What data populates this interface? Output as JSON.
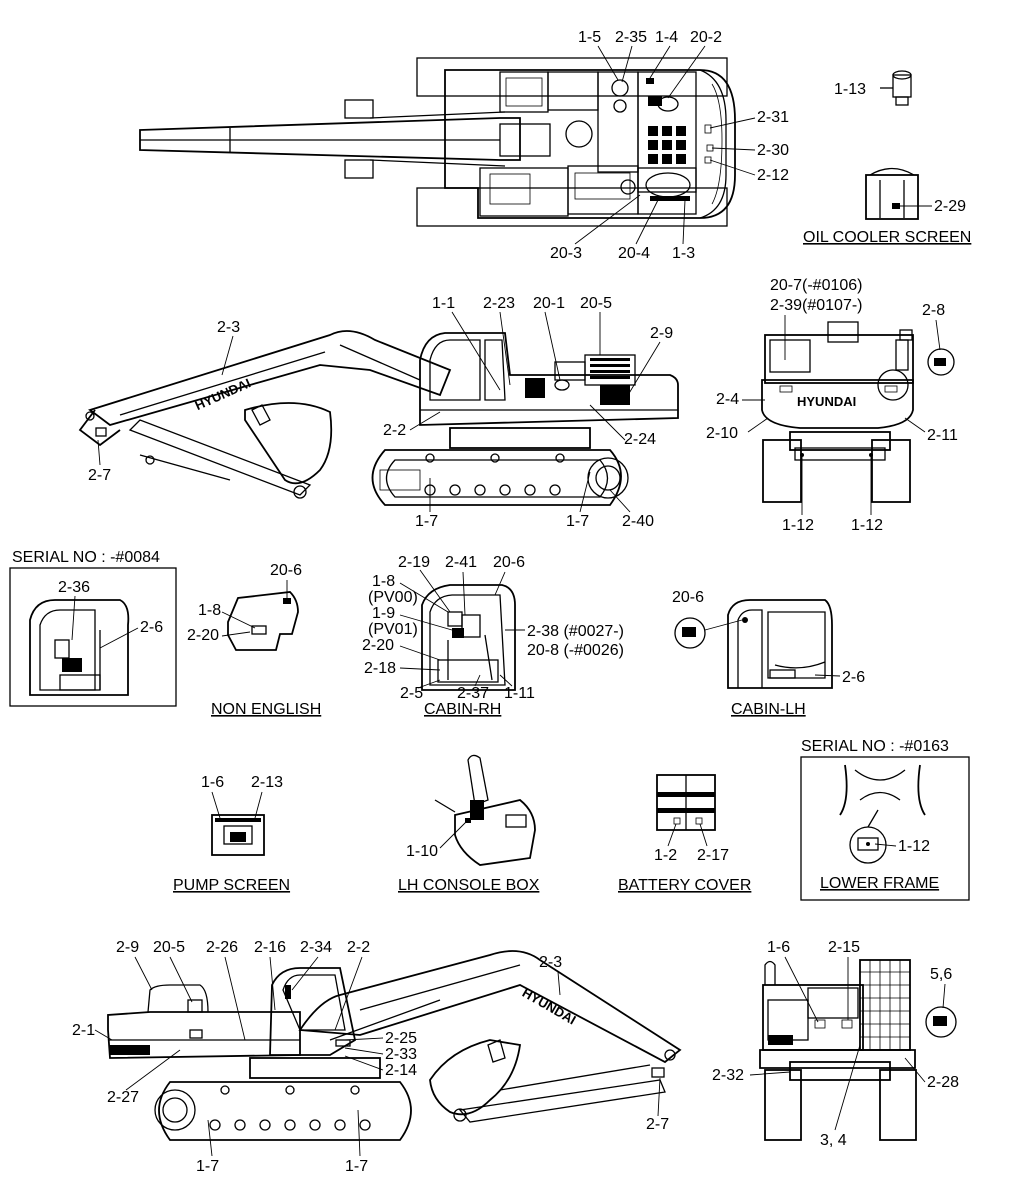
{
  "brand": {
    "name": "HYUNDAI"
  },
  "labels": {
    "a1_5": "1-5",
    "a2_35": "2-35",
    "a1_4": "1-4",
    "a20_2": "20-2",
    "a1_13": "1-13",
    "a2_31": "2-31",
    "a2_30": "2-30",
    "a2_12": "2-12",
    "a2_29": "2-29",
    "a20_3": "20-3",
    "a20_4": "20-4",
    "a1_3": "1-3",
    "b2_3": "2-3",
    "b1_1": "1-1",
    "b2_23": "2-23",
    "b20_1": "20-1",
    "b20_5": "20-5",
    "b2_9": "2-9",
    "b2_2": "2-2",
    "b2_24": "2-24",
    "b2_7": "2-7",
    "b1_7a": "1-7",
    "b1_7b": "1-7",
    "b2_40": "2-40",
    "c20_7": "20-7(-#0106)",
    "c2_39": "2-39(#0107-)",
    "c2_8": "2-8",
    "c2_4": "2-4",
    "c2_10": "2-10",
    "c2_11": "2-11",
    "c1_12a": "1-12",
    "c1_12b": "1-12",
    "d2_36": "2-36",
    "d2_6": "2-6",
    "e20_6": "20-6",
    "e1_8": "1-8",
    "e2_20": "2-20",
    "f2_19": "2-19",
    "f2_41": "2-41",
    "f20_6": "20-6",
    "f1_8": "1-8",
    "fpv00": "(PV00)",
    "f1_9": "1-9",
    "fpv01": "(PV01)",
    "f2_20": "2-20",
    "f2_18": "2-18",
    "f2_5": "2-5",
    "f2_37": "2-37",
    "f1_11": "1-11",
    "f2_38": "2-38 (#0027-)",
    "f20_8": "20-8 (-#0026)",
    "g20_6": "20-6",
    "g2_6": "2-6",
    "h1_6": "1-6",
    "h2_13": "2-13",
    "i1_10": "1-10",
    "j1_2": "1-2",
    "j2_17": "2-17",
    "k1_12": "1-12",
    "m2_9": "2-9",
    "m20_5": "20-5",
    "m2_26": "2-26",
    "m2_16": "2-16",
    "m2_34": "2-34",
    "m2_2": "2-2",
    "m2_3": "2-3",
    "m2_1": "2-1",
    "m2_25": "2-25",
    "m2_33": "2-33",
    "m2_14": "2-14",
    "m2_27": "2-27",
    "m2_7": "2-7",
    "m1_7a": "1-7",
    "m1_7b": "1-7",
    "n1_6": "1-6",
    "n2_15": "2-15",
    "n5_6": "5,6",
    "n2_32": "2-32",
    "n2_28": "2-28",
    "n3_4": "3, 4"
  },
  "captions": {
    "oil_cooler_screen": "OIL COOLER SCREEN",
    "serial_0084": "SERIAL NO : -#0084",
    "non_english": "NON ENGLISH",
    "cabin_rh": "CABIN-RH",
    "cabin_lh": "CABIN-LH",
    "serial_0163": "SERIAL NO : -#0163",
    "pump_screen": "PUMP SCREEN",
    "lh_console_box": "LH CONSOLE BOX",
    "battery_cover": "BATTERY COVER",
    "lower_frame": "LOWER FRAME"
  }
}
